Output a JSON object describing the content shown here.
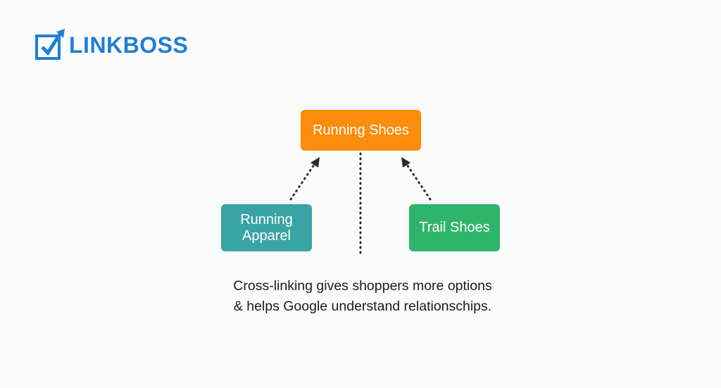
{
  "logo": {
    "text": "LINKBOSS",
    "brand_color": "#1e7fd6",
    "icon": "checkbox-arrow-icon"
  },
  "diagram": {
    "top_node": {
      "label": "Running Shoes",
      "color": "#fb8c0c"
    },
    "left_node": {
      "label": "Running\nApparel",
      "color": "#3aa3a3"
    },
    "right_node": {
      "label": "Trail Shoes",
      "color": "#2fb56b"
    },
    "connector_color": "#2b2b2b"
  },
  "caption": {
    "line1": "Cross-linking gives shoppers more options",
    "line2": "& helps Google understand relationschips."
  }
}
